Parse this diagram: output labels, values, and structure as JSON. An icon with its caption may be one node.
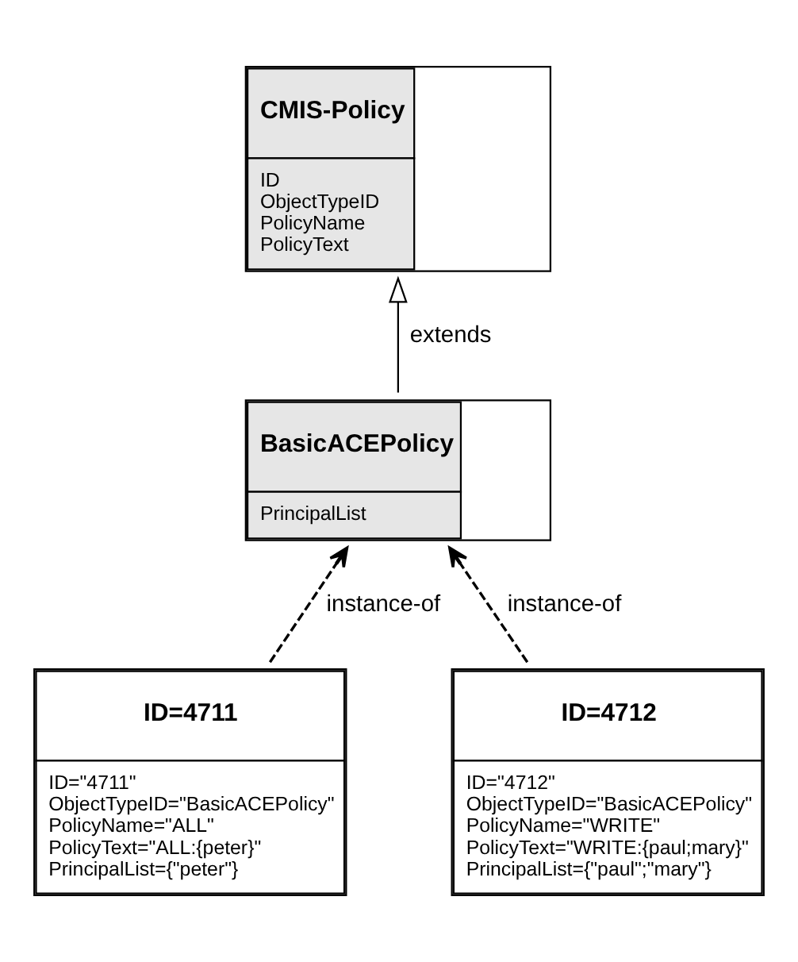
{
  "diagram": {
    "nodes": [
      {
        "text": [
          "CMIS-Policy",
          "ID",
          "ObjectTypeID",
          "PolicyName",
          "PolicyText"
        ]
      },
      {
        "text": [
          "BasicACEPolicy",
          "PrincipalList"
        ]
      },
      {
        "text": [
          "ID=4711",
          "ID=\"4711\"",
          "ObjectTypeID=\"BasicACEPolicy\"",
          "PolicyName=\"ALL\"",
          "PolicyText=\"ALL:{peter}\"",
          "PrincipalList={\"peter\"}"
        ]
      },
      {
        "text": [
          "ID=4712",
          "ID=\"4712\"",
          "ObjectTypeID=\"BasicACEPolicy\"",
          "PolicyName=\"WRITE\"",
          "PolicyText=\"WRITE:{paul;mary}\"",
          "PrincipalList={\"paul\";\"mary\"}"
        ]
      }
    ],
    "edges": [
      {
        "from": 1,
        "to": 0,
        "arrow": "to",
        "label": "extends"
      },
      {
        "from": 2,
        "to": 1,
        "arrow": "to",
        "label": "instance-of",
        "style": "dashed"
      },
      {
        "from": 3,
        "to": 1,
        "arrow": "to",
        "label": "instance-of",
        "style": "dashed"
      }
    ]
  }
}
